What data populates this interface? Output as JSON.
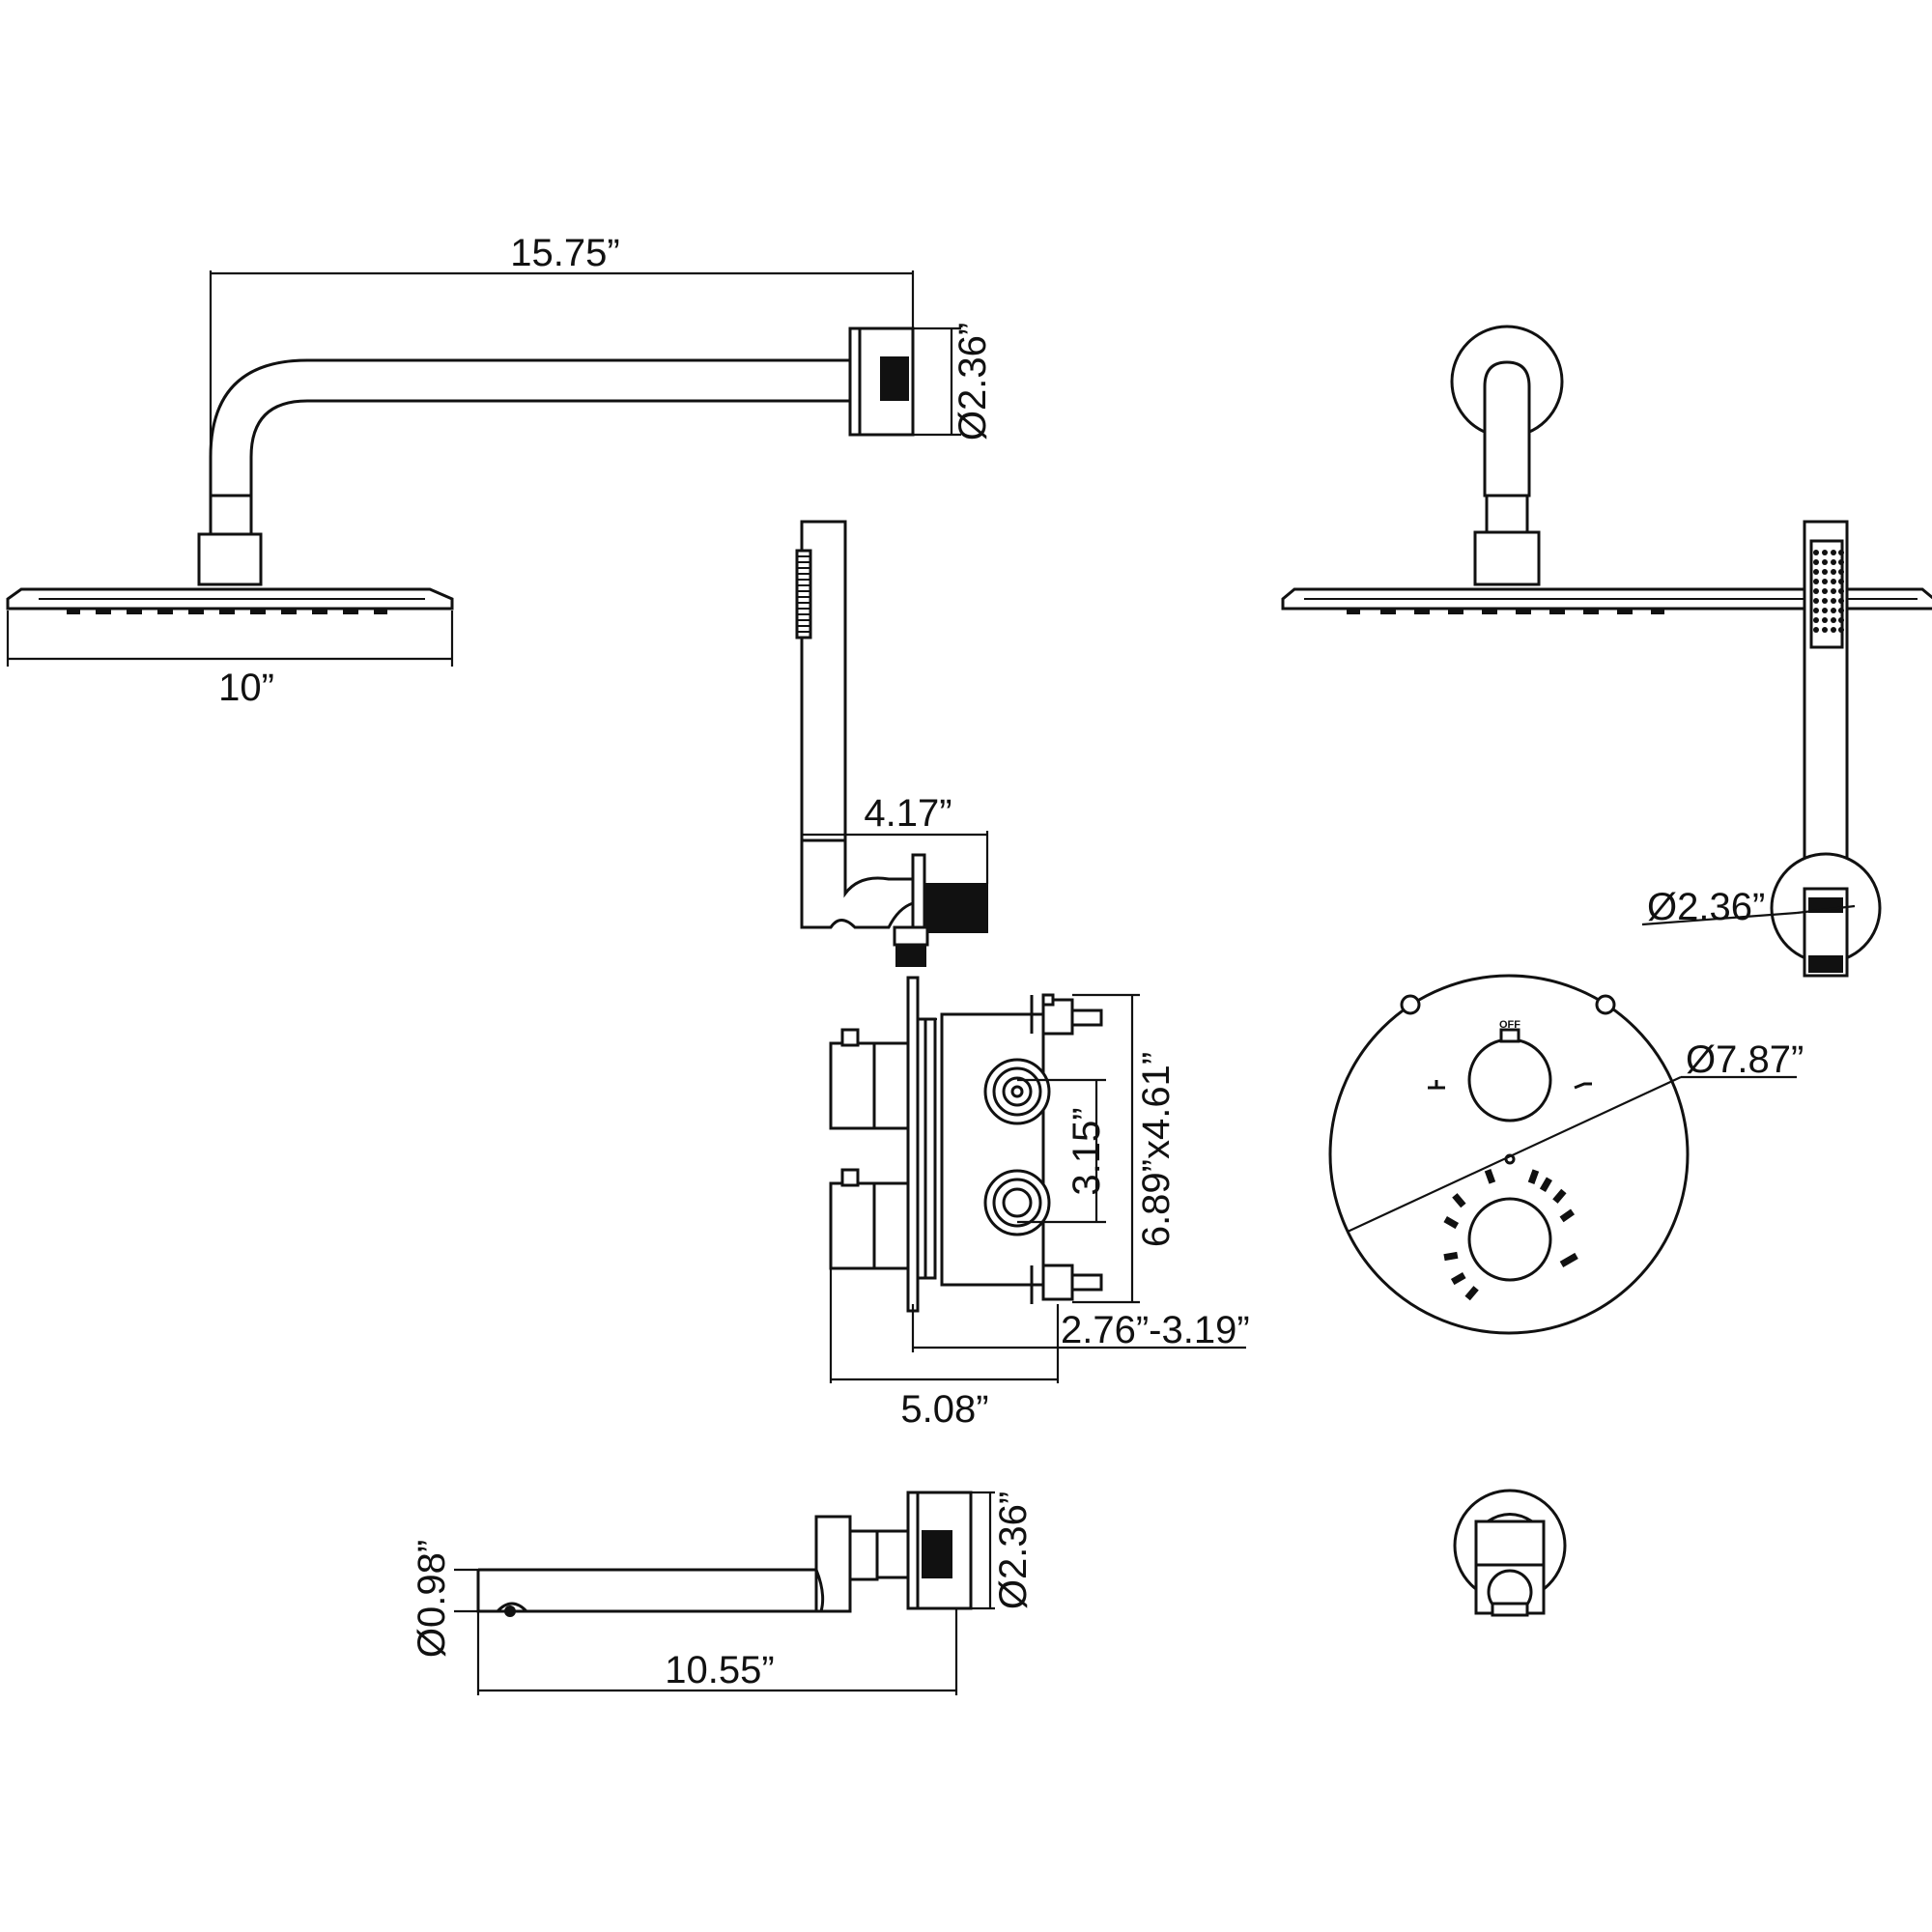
{
  "dimensions": {
    "arm_length": "15.75”",
    "flange_diameter_top": "Ø2.36”",
    "showerhead_width": "10”",
    "handshower_depth": "4.17”",
    "wall_elbow_diameter": "Ø2.36”",
    "valve_spacing": "3.15”",
    "valve_size": "6.89”x4.61”",
    "valve_depth_range": "2.76”-3.19”",
    "valve_total_depth": "5.08”",
    "trim_diameter": "Ø7.87”",
    "spout_outlet_diameter": "Ø0.98”",
    "spout_flange_diameter": "Ø2.36”",
    "spout_length": "10.55”"
  },
  "trim_labels": {
    "off": "OFF"
  }
}
